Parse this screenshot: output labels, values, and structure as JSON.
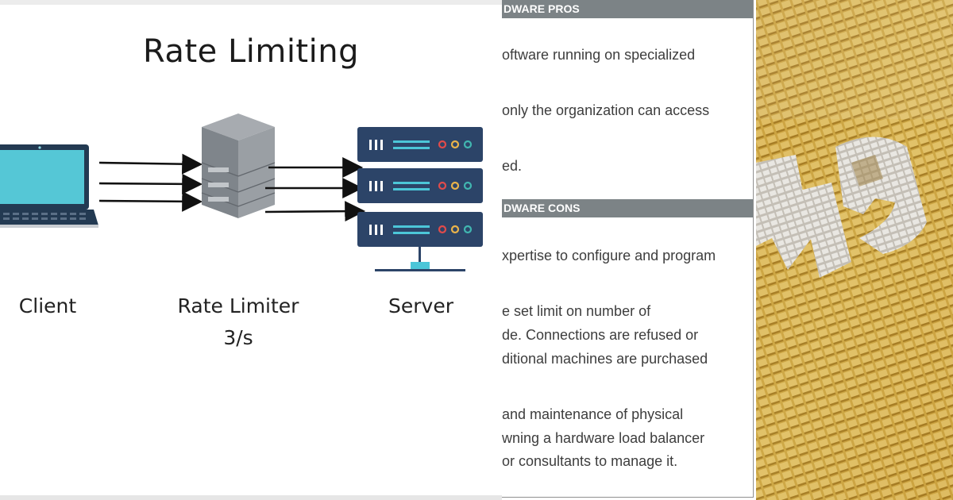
{
  "diagram": {
    "title": "Rate Limiting",
    "client_label": "Client",
    "limiter_label": "Rate Limiter",
    "limiter_rate": "3/s",
    "server_label": "Server",
    "colors": {
      "laptop_screen": "#55c7d6",
      "laptop_frame": "#233a52",
      "server_body": "#2c4468",
      "server_cyan": "#4cc6d8",
      "led_red": "#e04b4b",
      "led_yellow": "#e9b34a",
      "led_green": "#41b6b0",
      "limiter_box": "#8c9196"
    }
  },
  "hardware_panel": {
    "pros_header": "DWARE PROS",
    "pros_lines": [
      "oftware running on specialized",
      "only the organization can access",
      "ed."
    ],
    "cons_header": "DWARE CONS",
    "cons_lines": [
      "xpertise to configure and program",
      "e set limit on number of",
      "de. Connections are refused or",
      "ditional machines are purchased",
      "and maintenance of physical",
      "wning a hardware load balancer",
      "or consultants to manage it."
    ],
    "header_color": "#7c8386"
  },
  "photo": {
    "description_icon": "yellow-cube-mosaic-image",
    "colors": {
      "base": "#d9b14a",
      "cube_light": "#f1d37a",
      "cube_dark": "#b88a2a",
      "white_block": "#f2f0ea"
    }
  }
}
